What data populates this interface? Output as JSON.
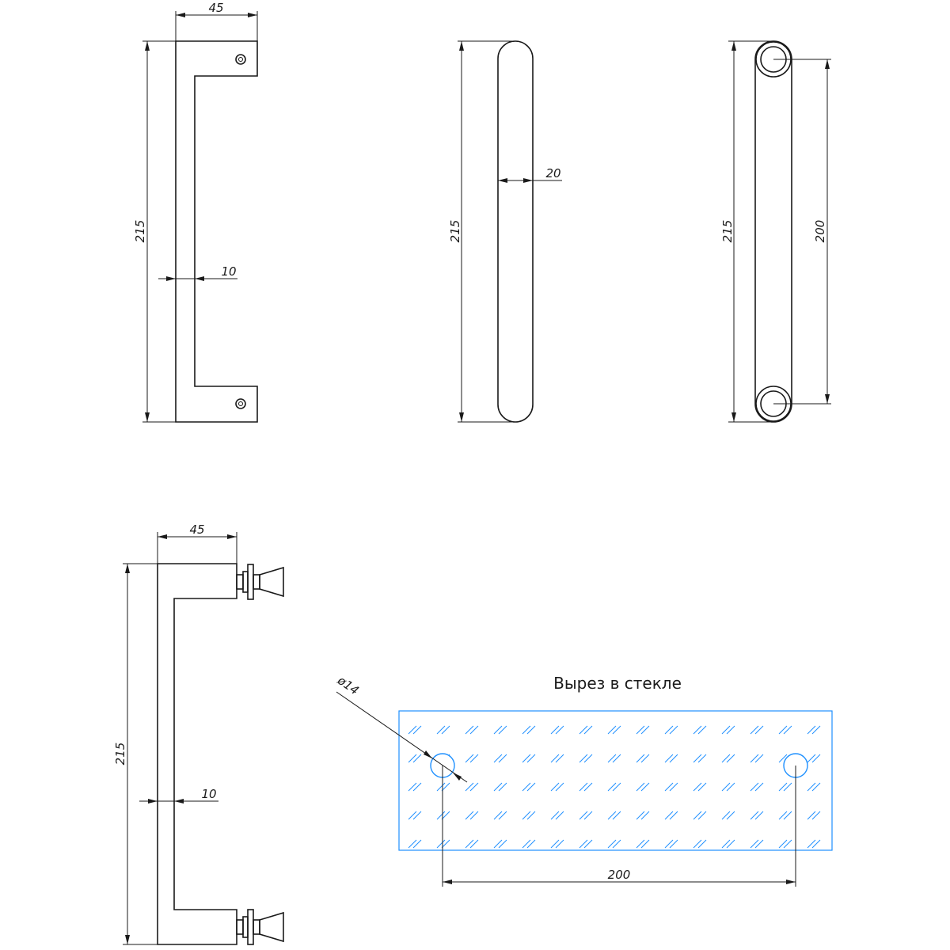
{
  "views": {
    "front": {
      "dim_width": "45",
      "dim_height": "215",
      "dim_thickness": "10"
    },
    "side": {
      "dim_height": "215",
      "dim_diameter": "20"
    },
    "back": {
      "dim_height": "215",
      "dim_spacing": "200"
    },
    "mounted": {
      "dim_width": "45",
      "dim_height": "215",
      "dim_thickness": "10"
    }
  },
  "glass_cutout": {
    "title": "Вырез в стекле",
    "hole_diameter": "ø14",
    "hole_spacing": "200",
    "colors": {
      "outline": "#1e90ff",
      "line": "#1a1a1a"
    }
  }
}
